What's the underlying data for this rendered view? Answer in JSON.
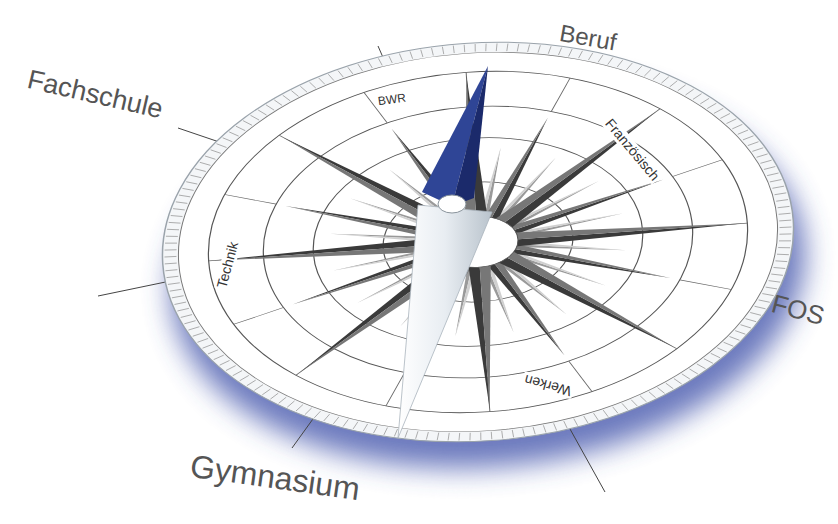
{
  "diagram": {
    "labels": [
      "Beruf",
      "Fachschule",
      "FOS",
      "Gymnasium",
      "BWR",
      "Französisch",
      "Technik",
      "Werken"
    ]
  }
}
